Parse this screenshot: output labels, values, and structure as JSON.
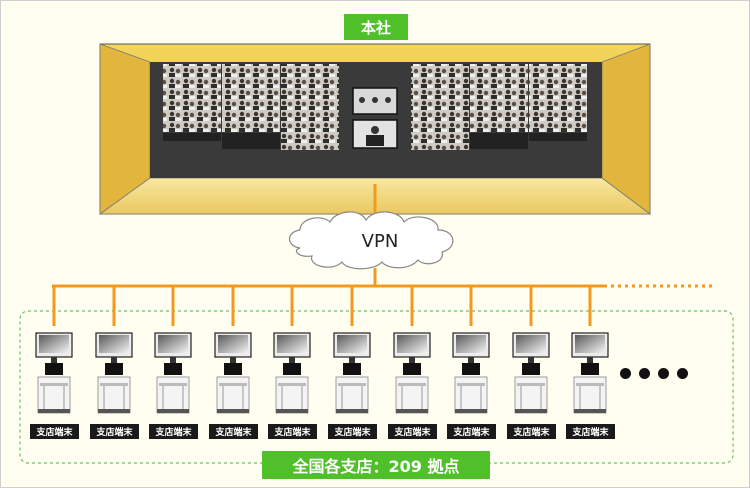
{
  "hq": {
    "label": "本社"
  },
  "network": {
    "label": "VPN"
  },
  "branch_terminal_label": "支店端末",
  "terminal_count_shown": 10,
  "summary_label": "全国各支店：209 拠点",
  "colors": {
    "accent": "#f39a1e",
    "label_green": "#4fbf2a",
    "room_wall": "#e8c84a",
    "dashed_border": "#6cc06c"
  }
}
